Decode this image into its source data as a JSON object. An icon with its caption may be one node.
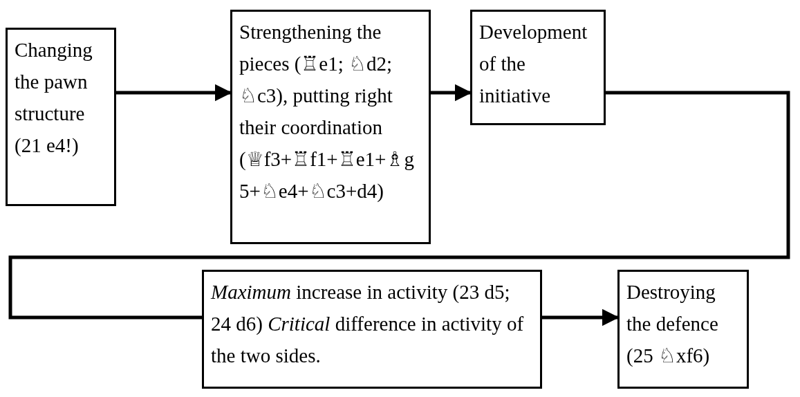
{
  "diagram": {
    "nodes": [
      {
        "text": [
          "Changing the pawn structure (21 e4!)"
        ]
      },
      {
        "text": [
          "Strengthening the pieces (♖e1; ♘d2; ♘c3), putting right their coordination (♕f3+♖f1+♖e1+♗g5+♘e4+♘c3+d4)"
        ]
      },
      {
        "text": [
          "Development of the initiative"
        ]
      },
      {
        "text": [
          "*Maximum* increase in activity (23 d5; 24 d6) *Critical* difference in activity of the two sides."
        ]
      },
      {
        "text": [
          "Destroying the defence (25 ♘xf6)"
        ]
      }
    ],
    "edges": [
      {
        "from": 0,
        "to": 1,
        "arrow": "to"
      },
      {
        "from": 1,
        "to": 2,
        "arrow": "to"
      },
      {
        "from": 2,
        "to": 3,
        "arrow": "none"
      },
      {
        "from": 3,
        "to": 4,
        "arrow": "to"
      }
    ]
  }
}
